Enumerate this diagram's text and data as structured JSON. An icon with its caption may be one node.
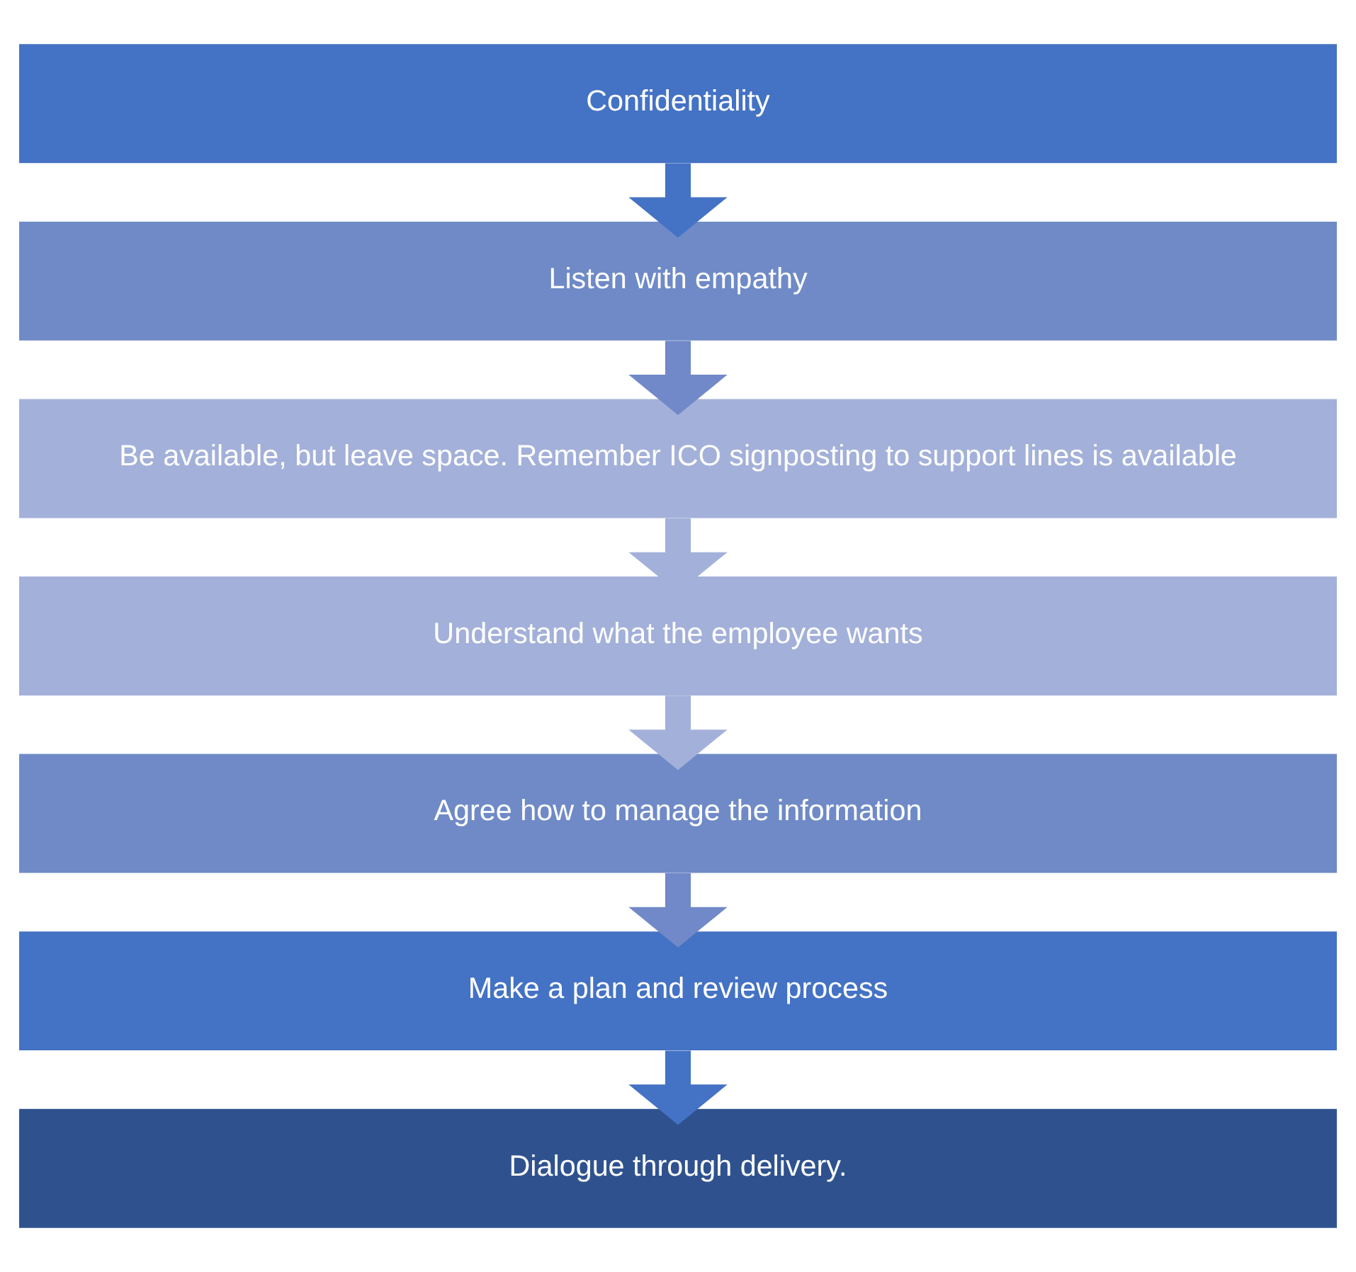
{
  "diagram": {
    "nodes": [
      {
        "text": [
          "Confidentiality"
        ]
      },
      {
        "text": [
          "Listen with empathy"
        ]
      },
      {
        "text": [
          "Be available, but leave space. Remember ICO signposting to support lines is available"
        ]
      },
      {
        "text": [
          "Understand what the employee wants"
        ]
      },
      {
        "text": [
          "Agree how to manage the information"
        ]
      },
      {
        "text": [
          "Make a plan and review process"
        ]
      },
      {
        "text": [
          "Dialogue through delivery."
        ]
      }
    ],
    "edges": [
      {
        "from": 0,
        "to": 1,
        "arrow": "to",
        "color": "#4472c4"
      },
      {
        "from": 1,
        "to": 2,
        "arrow": "to",
        "color": "#7189c8"
      },
      {
        "from": 2,
        "to": 3,
        "arrow": "to",
        "color": "#a3b1da"
      },
      {
        "from": 3,
        "to": 4,
        "arrow": "to",
        "color": "#a3b1da"
      },
      {
        "from": 4,
        "to": 5,
        "arrow": "to",
        "color": "#7189c8"
      },
      {
        "from": 5,
        "to": 6,
        "arrow": "to",
        "color": "#4472c4"
      }
    ]
  }
}
